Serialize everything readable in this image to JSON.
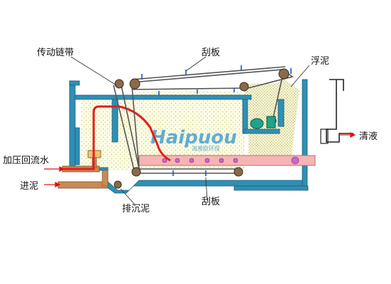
{
  "labels": {
    "drive_chain": "传动链带",
    "scraper_top": "刮板",
    "float_sludge": "浮泥",
    "pressurized_return_water": "加压回流水",
    "clear_liquid": "清液",
    "inlet_sludge": "进泥",
    "sediment_discharge": "排沉泥",
    "scraper_bottom": "刮板"
  },
  "watermark": {
    "brand": "Haipuou",
    "subtitle": "海普欧环保"
  },
  "colors": {
    "tank_wall": "#2f8fb4",
    "tank_wall_dark": "#1f5f7f",
    "sludge_fill": "#fdfde6",
    "sludge_dots": "#c8c070",
    "return_water_pipe": "#e81c1c",
    "inlet_pipe": "#c98a55",
    "release_pipe": "#f7b4b4",
    "bubble": "#cc66cc",
    "chain": "#555555",
    "flight_tick": "#1a4fd6",
    "arrow": "#e01010",
    "watermark": "#2e93cf"
  }
}
